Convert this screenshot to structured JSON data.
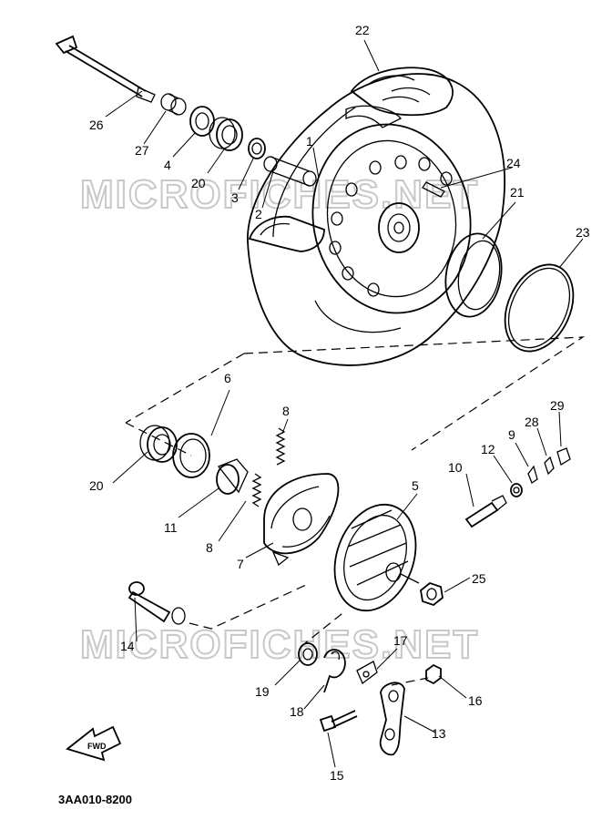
{
  "watermark": "MICROFICHES.NET",
  "diagram_code": "3AA010-8200",
  "fwd_label": "FWD",
  "parts": {
    "p1": "1",
    "p2": "2",
    "p3": "3",
    "p4": "4",
    "p5": "5",
    "p6": "6",
    "p7": "7",
    "p8a": "8",
    "p8b": "8",
    "p9": "9",
    "p10": "10",
    "p11": "11",
    "p12": "12",
    "p13": "13",
    "p14": "14",
    "p15": "15",
    "p16": "16",
    "p17": "17",
    "p18": "18",
    "p19": "19",
    "p20a": "20",
    "p20b": "20",
    "p21": "21",
    "p22": "22",
    "p23": "23",
    "p24": "24",
    "p25": "25",
    "p26": "26",
    "p27": "27",
    "p28": "28",
    "p29": "29"
  }
}
